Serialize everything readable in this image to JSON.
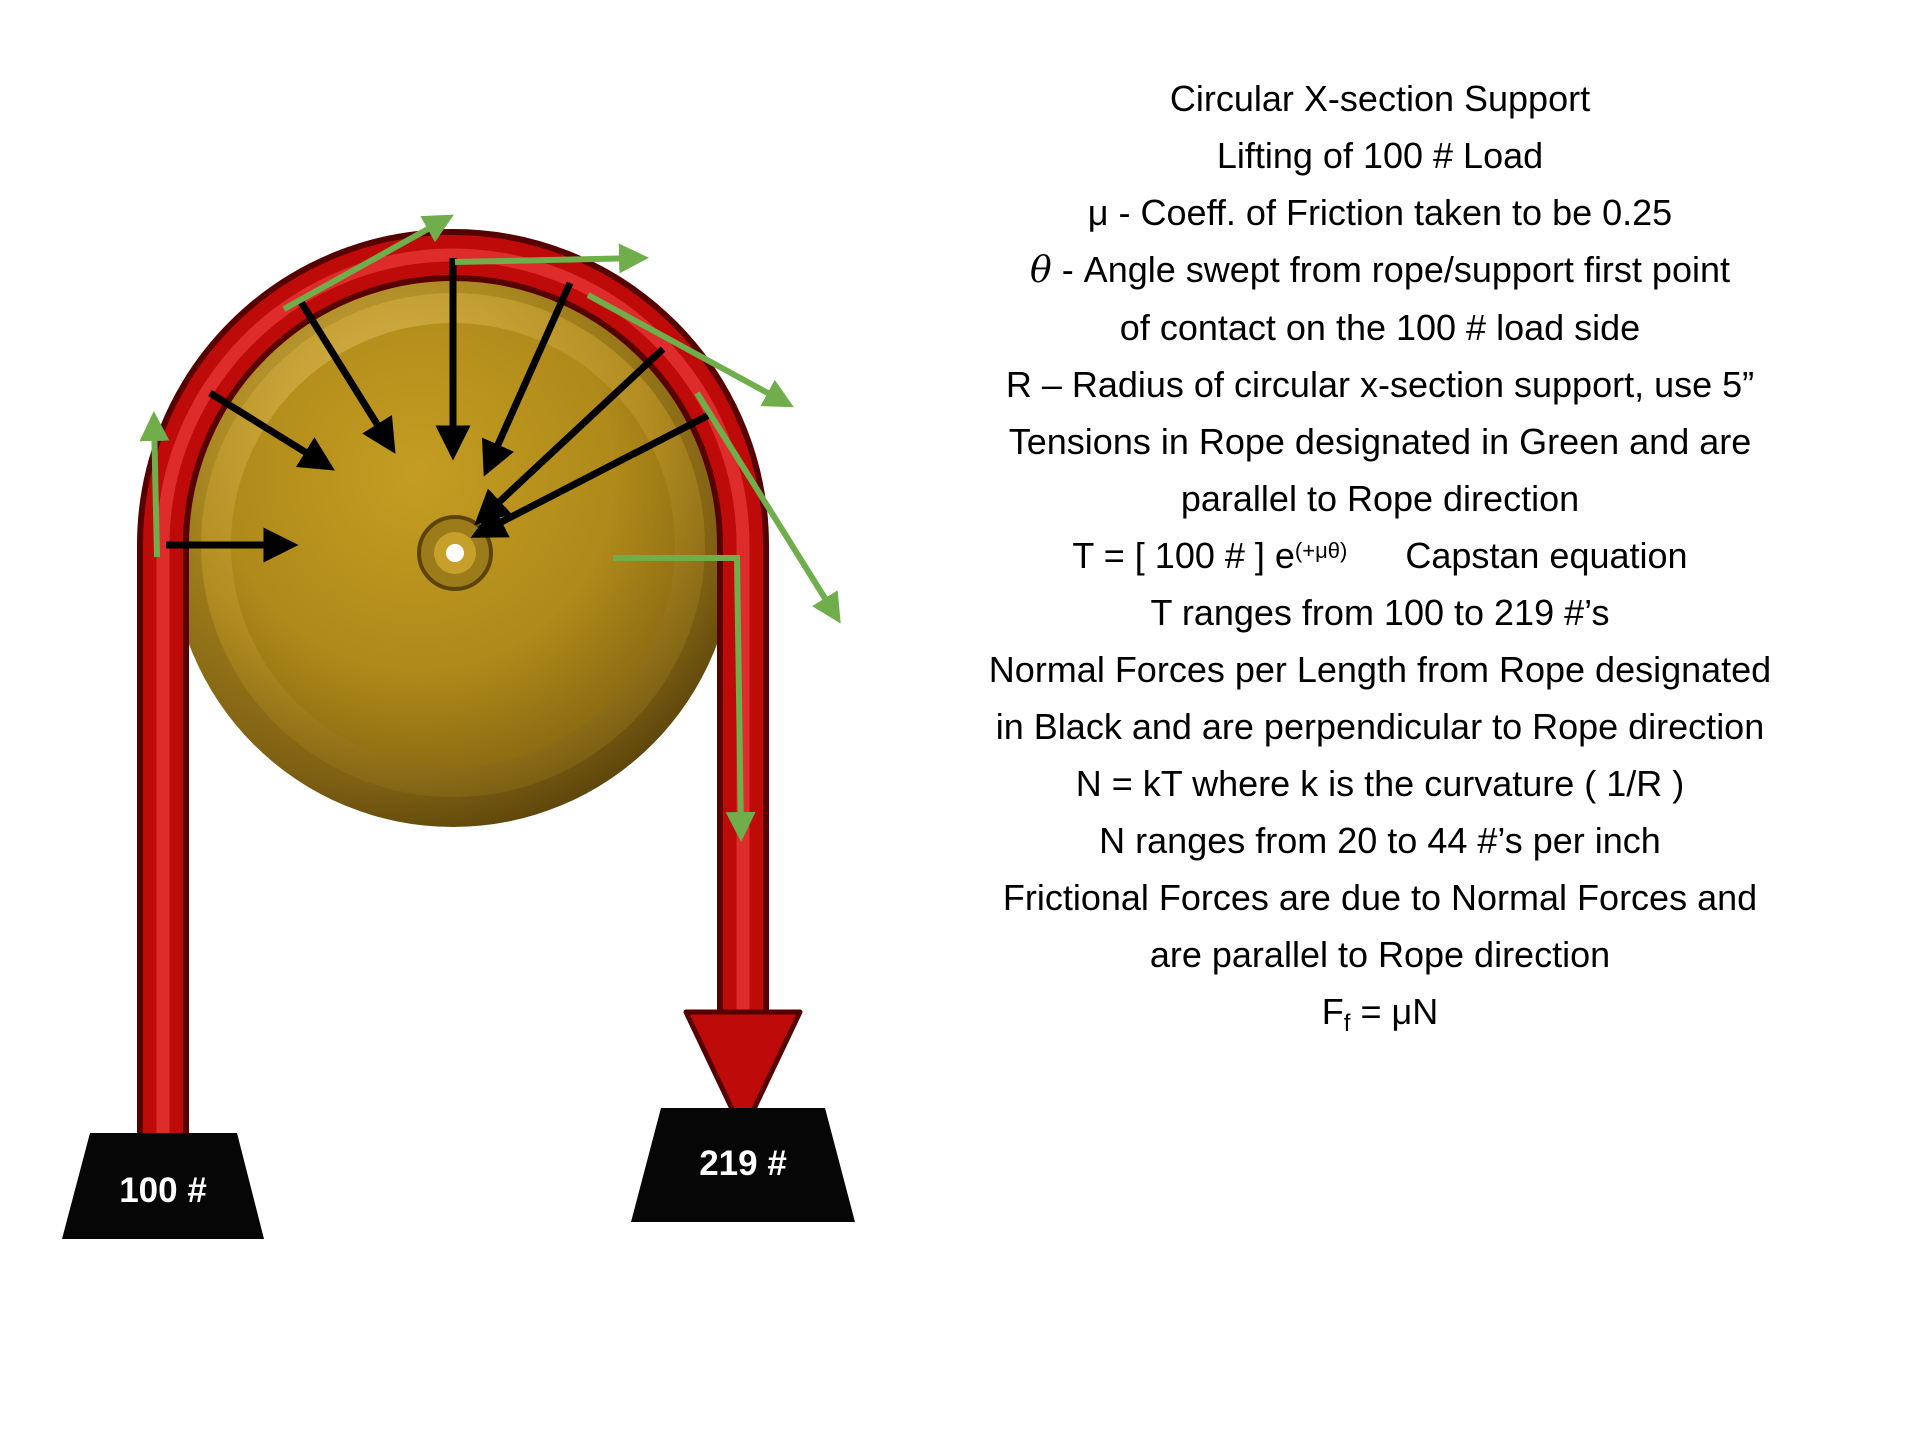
{
  "diagram": {
    "left_load_label": "100 #",
    "right_load_label": "219 #",
    "colors": {
      "rope_red": "#bf0a0a",
      "rope_edge_dark": "#570000",
      "pulley_gold": "#a8851e",
      "tension_green": "#6fae4b",
      "normal_force_black": "#000000",
      "weight_black": "#060606"
    }
  },
  "info": {
    "title_line1": "Circular X-section Support",
    "title_line2": "Lifting of 100 # Load",
    "mu_line": "μ - Coeff. of Friction taken to be 0.25",
    "theta_symbol": "θ",
    "theta_line1_rest": " - Angle swept from rope/support first point",
    "theta_line2": "of contact on the 100 # load side",
    "radius_line": "R – Radius of circular x-section support, use 5”",
    "tensions_line1": "Tensions in Rope designated in Green and are",
    "tensions_line2": "parallel to Rope direction",
    "capstan_equation_base": "T = [ 100 # ] e",
    "capstan_equation_sup": "(+μθ)",
    "capstan_equation_label": "Capstan equation",
    "t_range_line": "T ranges from 100 to 219 #’s",
    "normal_line1": "Normal Forces per Length from Rope designated",
    "normal_line2": "in Black and are perpendicular to Rope direction",
    "n_equation_line": "N = kT where k is the curvature ( 1/R )",
    "n_range_line": "N ranges from 20 to 44 #’s per inch",
    "friction_line1": "Frictional Forces are due to Normal Forces and",
    "friction_line2": "are parallel to Rope direction",
    "ff_base": "F",
    "ff_sub": "f",
    "ff_rest": " = μN"
  }
}
